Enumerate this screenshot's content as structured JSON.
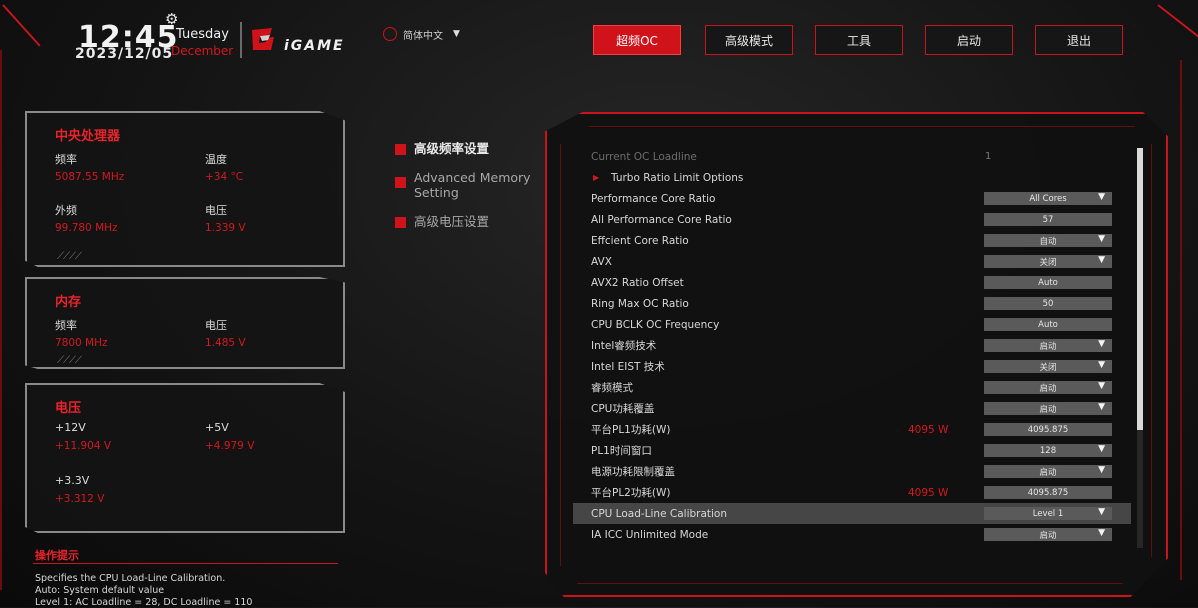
{
  "header": {
    "time": "12:45",
    "date": "2023/12/05",
    "weekday": "Tuesday",
    "month": "December",
    "brand": "iGAME",
    "language": "简体中文"
  },
  "nav": [
    {
      "label": "超频OC",
      "active": true
    },
    {
      "label": "高级模式",
      "active": false
    },
    {
      "label": "工具",
      "active": false
    },
    {
      "label": "启动",
      "active": false
    },
    {
      "label": "退出",
      "active": false
    }
  ],
  "cpu_panel": {
    "title": "中央处理器",
    "freq_label": "频率",
    "freq_value": "5087.55 MHz",
    "temp_label": "温度",
    "temp_value": "+34 °C",
    "bclk_label": "外频",
    "bclk_value": "99.780 MHz",
    "volt_label": "电压",
    "volt_value": "1.339 V"
  },
  "mem_panel": {
    "title": "内存",
    "freq_label": "频率",
    "freq_value": "7800 MHz",
    "volt_label": "电压",
    "volt_value": "1.485 V"
  },
  "volt_panel": {
    "title": "电压",
    "v12_label": "+12V",
    "v12_value": "+11.904 V",
    "v5_label": "+5V",
    "v5_value": "+4.979 V",
    "v33_label": "+3.3V",
    "v33_value": "+3.312 V"
  },
  "help": {
    "title": "操作提示",
    "lines": [
      "Specifies the CPU Load-Line Calibration.",
      "Auto: System default value",
      "Level 1: AC Loadline = 28, DC Loadline = 110"
    ]
  },
  "submenu": [
    {
      "label": "高级频率设置"
    },
    {
      "label": "Advanced Memory Setting"
    },
    {
      "label": "高级电压设置"
    }
  ],
  "settings": [
    {
      "label": "Current OC Loadline",
      "value": "1",
      "kind": "readonly"
    },
    {
      "label": "Turbo Ratio Limit Options",
      "kind": "submenu"
    },
    {
      "label": "Performance Core Ratio",
      "value": "All Cores",
      "kind": "dropdown"
    },
    {
      "label": "All Performance Core Ratio",
      "value": "57",
      "kind": "input"
    },
    {
      "label": "Effcient Core Ratio",
      "value": "自动",
      "kind": "dropdown"
    },
    {
      "label": "AVX",
      "value": "关闭",
      "kind": "dropdown"
    },
    {
      "label": "AVX2 Ratio Offset",
      "value": "Auto",
      "kind": "input"
    },
    {
      "label": "Ring Max OC Ratio",
      "value": "50",
      "kind": "input"
    },
    {
      "label": "CPU BCLK OC Frequency",
      "value": "Auto",
      "kind": "input"
    },
    {
      "label": "Intel睿频技术",
      "value": "启动",
      "kind": "dropdown"
    },
    {
      "label": "Intel EIST 技术",
      "value": "关闭",
      "kind": "dropdown"
    },
    {
      "label": "睿频模式",
      "value": "启动",
      "kind": "dropdown"
    },
    {
      "label": "CPU功耗覆盖",
      "value": "启动",
      "kind": "dropdown"
    },
    {
      "label": "平台PL1功耗(W)",
      "mid": "4095 W",
      "value": "4095.875",
      "kind": "input"
    },
    {
      "label": "PL1时间窗口",
      "value": "128",
      "kind": "dropdown"
    },
    {
      "label": "电源功耗限制覆盖",
      "value": "启动",
      "kind": "dropdown"
    },
    {
      "label": "平台PL2功耗(W)",
      "mid": "4095 W",
      "value": "4095.875",
      "kind": "input"
    },
    {
      "label": "CPU Load-Line Calibration",
      "value": "Level 1",
      "kind": "dropdown",
      "selected": true
    },
    {
      "label": "IA ICC Unlimited Mode",
      "value": "启动",
      "kind": "dropdown"
    }
  ],
  "scroll_position": 0.0,
  "colors": {
    "accent": "#d0121a",
    "background": "#141414",
    "value_box": "#5a5a5a"
  }
}
